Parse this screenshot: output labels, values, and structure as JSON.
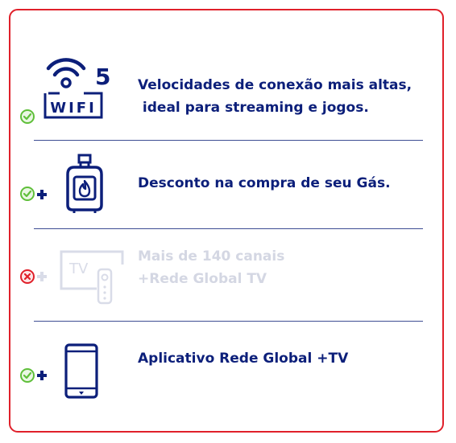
{
  "features": [
    {
      "icon": "wifi-5-icon",
      "wifi_label": "WIFI",
      "wifi_number": "5",
      "status": "included",
      "line1": "Velocidades de conexão mais altas,",
      "line2": " ideal para streaming e jogos."
    },
    {
      "icon": "gas-cylinder-icon",
      "status": "included",
      "line1": "Desconto na compra de seu Gás."
    },
    {
      "icon": "tv-icon",
      "tv_label": "TV",
      "status": "not-included",
      "line1": "Mais de 140 canais",
      "line2": "+Rede Global TV"
    },
    {
      "icon": "smartphone-icon",
      "status": "included",
      "line1": "Aplicativo Rede Global +TV"
    }
  ],
  "colors": {
    "border": "#e0202a",
    "text": "#0c1f7a",
    "check": "#5fbf3a",
    "cross": "#e0202a",
    "disabled": "#d4d7e3"
  }
}
